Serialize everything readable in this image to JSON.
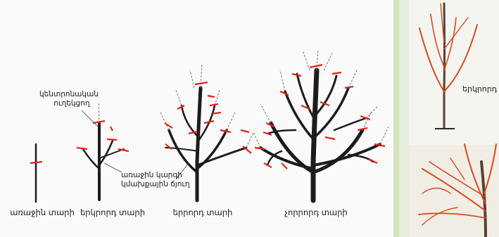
{
  "labels": {
    "central_leader": [
      "կենտրոնական",
      "ուղեկցող"
    ],
    "first_tier_branches": [
      "առաջին կարգի",
      "կմախքային ճյուղ"
    ]
  },
  "stages": [
    "առաջին տարի",
    "երկրորդ տարի",
    "երրորդ տարի",
    "չորրորդ տարի"
  ],
  "photo_label": "երկրորդ",
  "colors": {
    "trunk": "#1c1c1c",
    "cut_mark": "#e3231b",
    "cut_stroke_photo": "#d64a1e",
    "new_growth_dashed": "#555555",
    "frame": "#d4e2bf"
  }
}
